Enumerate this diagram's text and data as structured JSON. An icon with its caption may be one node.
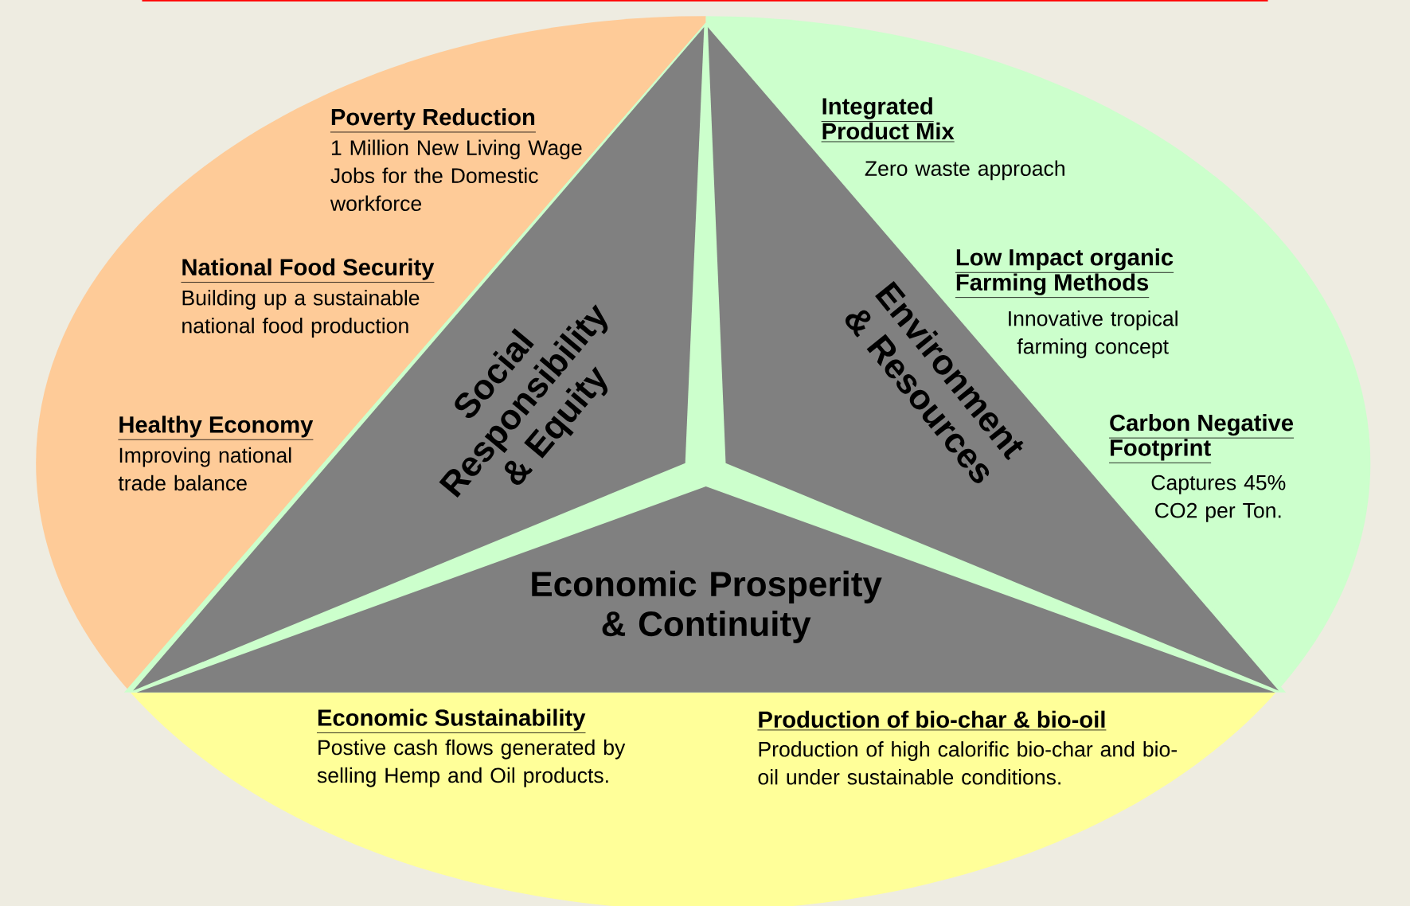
{
  "diagram": {
    "nodes": [
      {
        "text": [
          "Poverty Reduction",
          "1 Million New Living Wage Jobs for the Domestic workforce",
          "National Food Security",
          "Building up a sustainable national food production",
          "Healthy Economy",
          "Improving national trade balance"
        ]
      },
      {
        "text": [
          "Integrated Product Mix",
          "Zero waste approach",
          "Low Impact organic Farming Methods",
          "Innovative tropical farming concept",
          "Carbon Negative Footprint",
          "Captures 45% CO2 per Ton."
        ]
      },
      {
        "text": [
          "Economic Sustainability",
          "Postive cash flows generated by selling Hemp and Oil products.",
          "Production of bio-char & bio-oil",
          "Production of high calorific bio-char and bio-oil under sustainable conditions."
        ]
      },
      {
        "text": [
          "Social Responsibility & Equity"
        ]
      },
      {
        "text": [
          "Environment & Resources"
        ]
      },
      {
        "text": [
          "Economic Prosperity & Continuity"
        ]
      }
    ]
  }
}
